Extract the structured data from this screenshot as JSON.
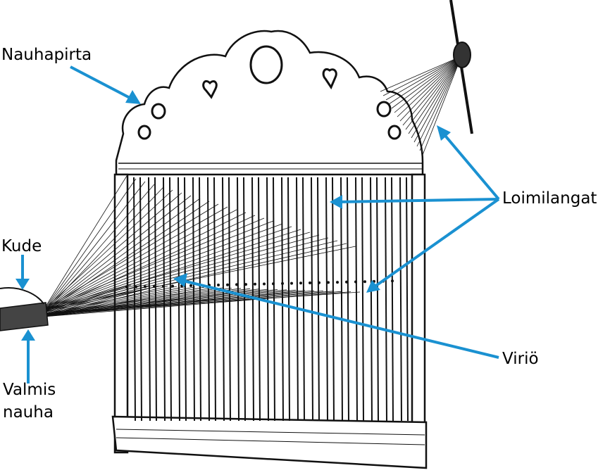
{
  "labels": {
    "nauhapirta": "Nauhapirta",
    "loimilangat": "Loimilangat",
    "kude": "Kude",
    "virio": "Viriö",
    "valmis": "Valmis",
    "nauha": "nauha"
  },
  "colors": {
    "arrow": "#1a91d1",
    "ink": "#111111"
  }
}
